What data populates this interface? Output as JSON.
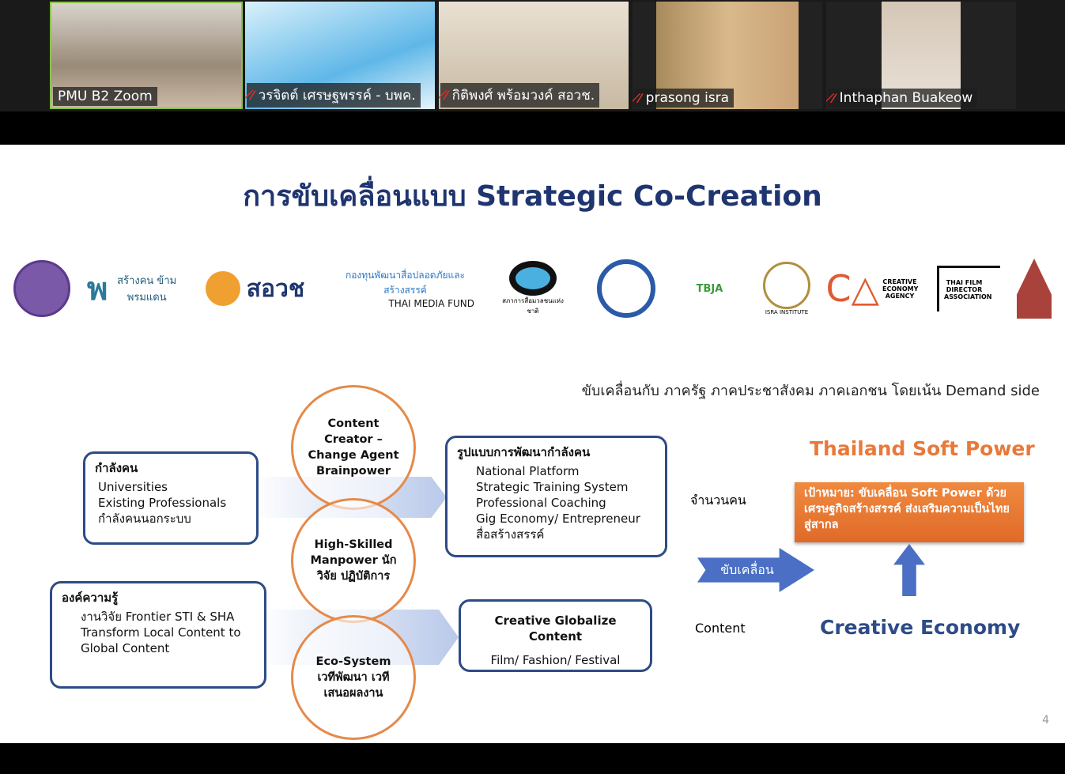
{
  "participants": [
    {
      "name": "PMU B2 Zoom",
      "muted": false,
      "active": true
    },
    {
      "name": "วรจิตต์ เศรษฐพรรค์ - บพค.",
      "muted": true
    },
    {
      "name": "กิติพงศ์ พร้อมวงค์ สอวช.",
      "muted": true
    },
    {
      "name": "prasong isra",
      "muted": true
    },
    {
      "name": "Inthaphan Buakeow",
      "muted": true
    }
  ],
  "slide": {
    "title": "การขับเคลื่อนแบบ Strategic Co-Creation",
    "logos": [
      {
        "name": "สร้างคน ข้ามพรมแดน"
      },
      {
        "name": "สอวช"
      },
      {
        "name": "กองทุนพัฒนาสื่อปลอดภัยและสร้างสรรค์",
        "sub": "THAI MEDIA FUND"
      },
      {
        "name": "สภาการสื่อมวลชนแห่งชาติ"
      },
      {
        "name": "TBJA"
      },
      {
        "name": "ISRA INSTITUTE"
      },
      {
        "name": "CREATIVE ECONOMY AGENCY"
      },
      {
        "name": "THAI FILM DIRECTOR ASSOCIATION"
      }
    ],
    "subtitle": "ขับเคลื่อนกับ ภาครัฐ ภาคประชาสังคม ภาคเอกชน โดยเน้น Demand side",
    "manpower": {
      "title": "กำลังคน",
      "items": [
        "Universities",
        "Existing Professionals",
        "กำลังคนนอกระบบ"
      ]
    },
    "knowledge": {
      "title": "องค์ความรู้",
      "items": [
        "งานวิจัย  Frontier STI & SHA",
        "Transform Local Content to",
        "Global Content"
      ]
    },
    "circles": [
      "Content Creator – Change Agent Brainpower",
      "High-Skilled Manpower นักวิจัย ปฏิบัติการ",
      "Eco-System เวทีพัฒนา เวทีเสนอผลงาน"
    ],
    "development": {
      "title": "รูปแบบการพัฒนากำลังคน",
      "items": [
        "National Platform",
        "Strategic Training System",
        "Professional Coaching",
        "Gig Economy/ Entrepreneur",
        "สื่อสร้างสรรค์"
      ]
    },
    "globalize": {
      "title": "Creative Globalize Content",
      "items": [
        "Film/ Fashion/ Festival"
      ]
    },
    "label_people": "จำนวนคน",
    "label_content": "Content",
    "drive_arrow": "ขับเคลื่อน",
    "soft_power": "Thailand Soft Power",
    "goal": "เป้าหมาย: ขับเคลื่อน Soft Power ด้วยเศรษฐกิจสร้างสรรค์ ส่งเสริมความเป็นไทยสู่สากล",
    "creative_economy": "Creative Economy",
    "page_number": "4"
  },
  "colors": {
    "navy": "#1f3570",
    "orange": "#e8793a",
    "blue_arrow": "#4a6fc4"
  }
}
